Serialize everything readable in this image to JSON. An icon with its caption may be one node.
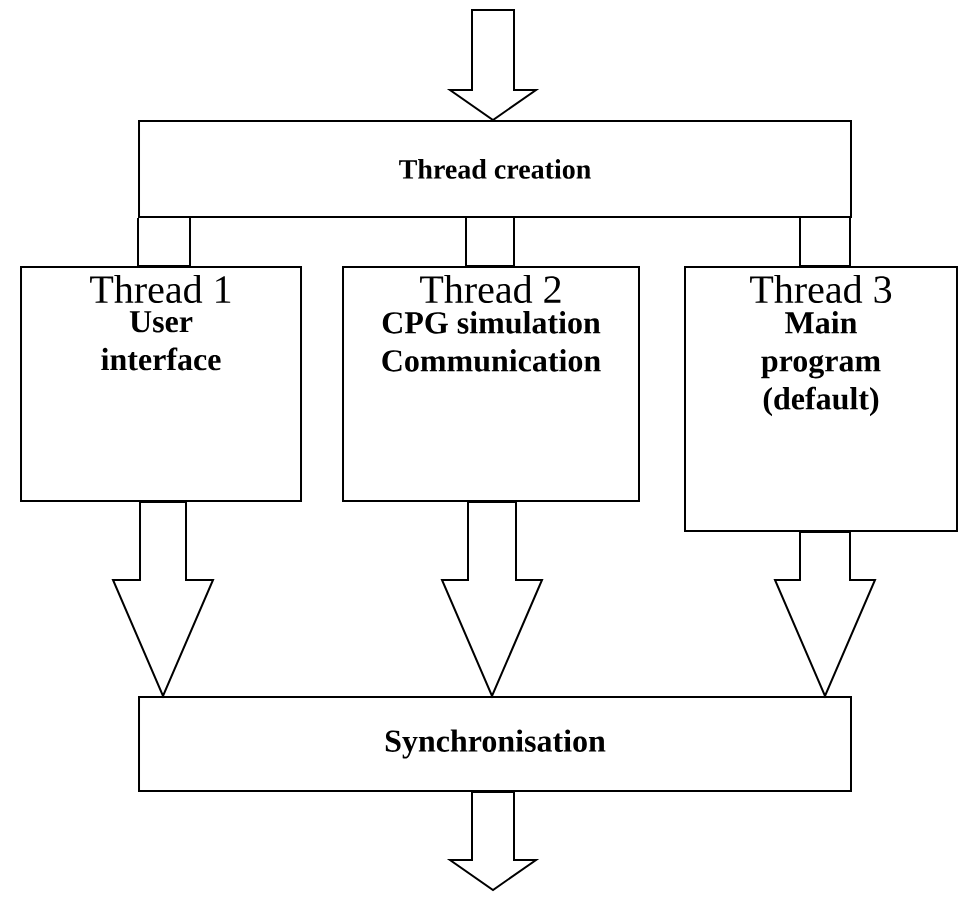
{
  "diagram": {
    "nodes": [
      {
        "text": [
          "Thread creation"
        ]
      },
      {
        "text": [
          "Thread 1",
          "User interface"
        ]
      },
      {
        "text": [
          "Thread 2",
          "CPG simulation Communication"
        ]
      },
      {
        "text": [
          "Thread 3",
          "Main program (default)"
        ]
      },
      {
        "text": [
          "Synchronisation"
        ]
      }
    ],
    "edges": [
      {
        "from": null,
        "to": 0,
        "arrow": "to"
      },
      {
        "from": 0,
        "to": 1,
        "arrow": "none"
      },
      {
        "from": 0,
        "to": 2,
        "arrow": "none"
      },
      {
        "from": 0,
        "to": 3,
        "arrow": "none"
      },
      {
        "from": 1,
        "to": 4,
        "arrow": "to"
      },
      {
        "from": 2,
        "to": 4,
        "arrow": "to"
      },
      {
        "from": 3,
        "to": 4,
        "arrow": "to"
      },
      {
        "from": 4,
        "to": null,
        "arrow": "to"
      }
    ]
  }
}
